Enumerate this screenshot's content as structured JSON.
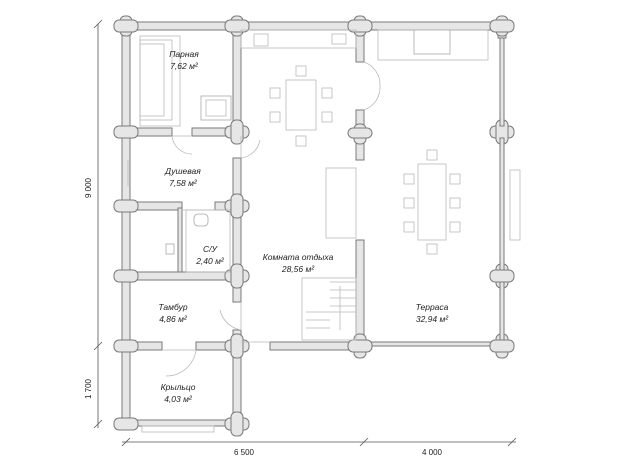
{
  "rooms": {
    "parnaya": {
      "name": "Парная",
      "area": "7,62 м²"
    },
    "dushevaya": {
      "name": "Душевая",
      "area": "7,58 м²"
    },
    "su": {
      "name": "С/У",
      "area": "2,40 м²"
    },
    "komnata": {
      "name": "Комната отдыха",
      "area": "28,56 м²"
    },
    "terrasa": {
      "name": "Терраса",
      "area": "32,94 м²"
    },
    "tambur": {
      "name": "Тамбур",
      "area": "4,86 м²"
    },
    "krylco": {
      "name": "Крыльцо",
      "area": "4,03 м²"
    }
  },
  "dimensions": {
    "bottom_left": "6 500",
    "bottom_right": "4 000",
    "left_top": "9 000",
    "left_bottom": "1 700"
  }
}
